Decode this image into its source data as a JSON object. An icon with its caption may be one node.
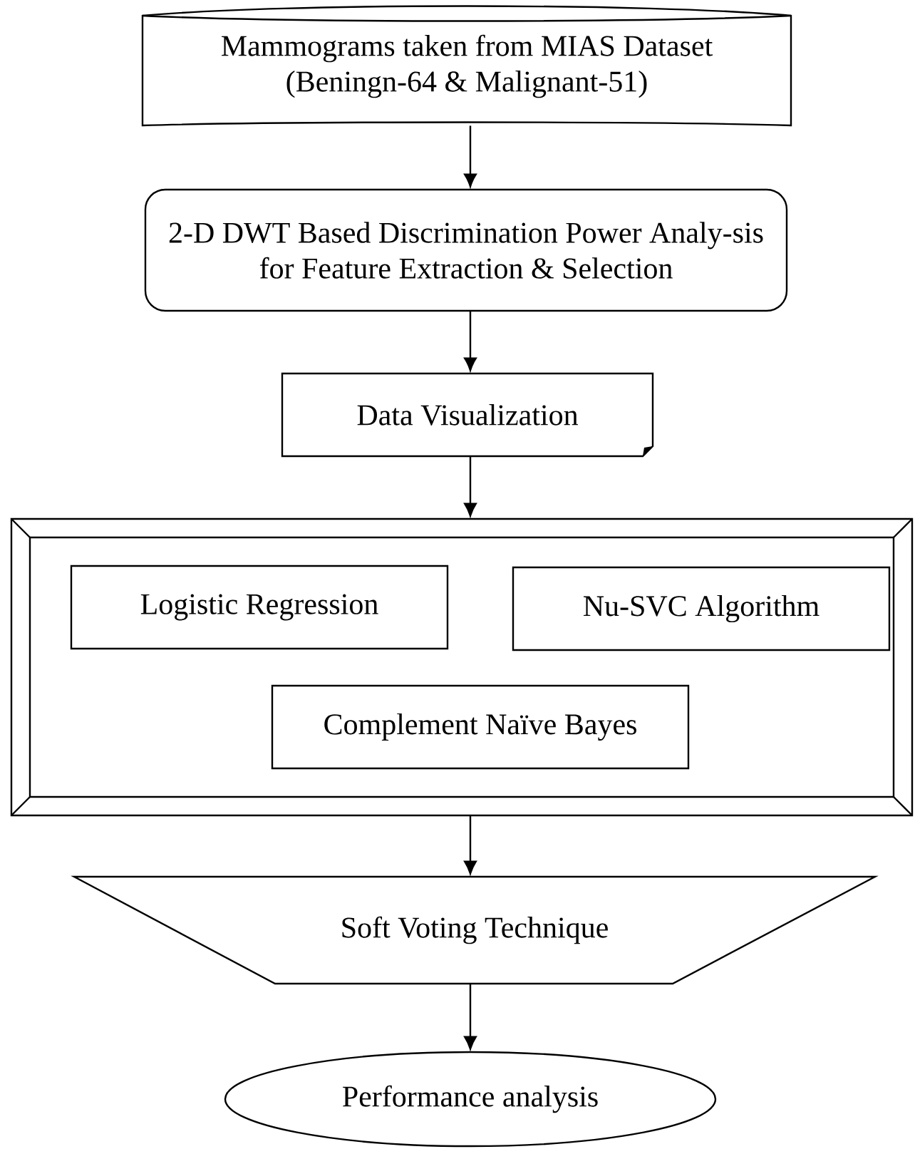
{
  "diagram": {
    "nodes": [
      {
        "text": [
          "Mammograms taken from MIAS Dataset (Beningn-64 & Malignant-51)"
        ]
      },
      {
        "text": [
          "2-D DWT Based Discrimination Power Analy-sis for Feature Extraction & Selection"
        ]
      },
      {
        "text": [
          "Data Visualization"
        ]
      },
      {
        "text": [],
        "shape": "box"
      },
      {
        "text": [
          "Logistic Regression"
        ],
        "in": 3
      },
      {
        "text": [
          "Nu-SVC Algorithm"
        ],
        "in": 3
      },
      {
        "text": [
          "Complement Naïve Bayes"
        ],
        "in": 3
      },
      {
        "text": [
          "Soft Voting Technique"
        ]
      },
      {
        "text": [
          "Performance analysis"
        ]
      }
    ],
    "edges": [
      {
        "from": 0,
        "to": 1,
        "arrow": "to"
      },
      {
        "from": 1,
        "to": 2,
        "arrow": "to"
      },
      {
        "from": 2,
        "to": 3,
        "arrow": "to"
      },
      {
        "from": 3,
        "to": 7,
        "arrow": "to"
      },
      {
        "from": 7,
        "to": 8,
        "arrow": "to"
      }
    ]
  }
}
